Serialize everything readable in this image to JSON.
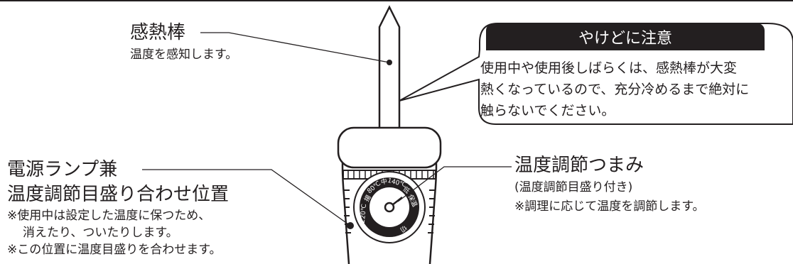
{
  "probe": {
    "title": "感熱棒",
    "desc": "温度を感知します。"
  },
  "warning": {
    "title": "やけどに注意",
    "body": "使用中や使用後しばらくは、感熱棒が大変\n熱くなっているので、充分冷めるまで絶対に\n触らないでください。"
  },
  "lamp": {
    "title_line1": "電源ランプ兼",
    "title_line2": "温度調節目盛り合わせ位置",
    "note1": "※使用中は設定した温度に保つため、",
    "note1_cont": "消えたり、ついたりします。",
    "note2": "※この位置に温度目盛りを合わせます。"
  },
  "knob": {
    "title": "温度調節つまみ",
    "sub": "(温度調節目盛り付き)",
    "note": "※調理に応じて温度を調節します。"
  },
  "dial": {
    "labels": [
      "220℃",
      "揚",
      "80℃",
      "中",
      "140℃",
      "低",
      "保温",
      "切"
    ]
  },
  "colors": {
    "ink": "#231f20",
    "paper": "#ffffff"
  }
}
